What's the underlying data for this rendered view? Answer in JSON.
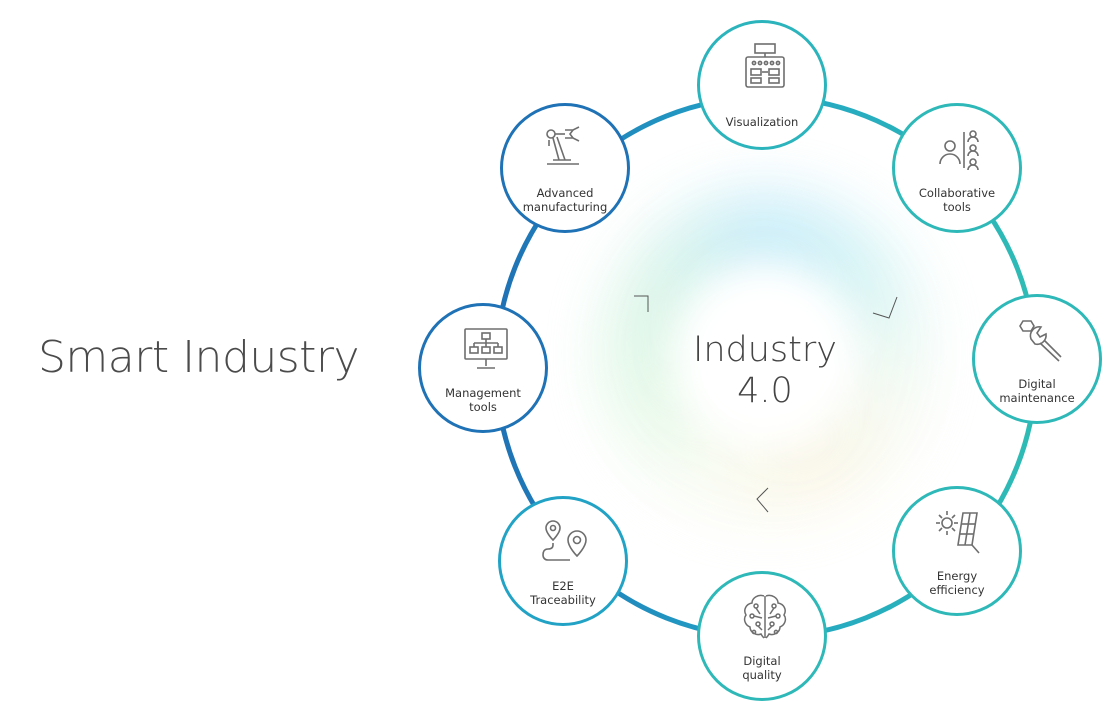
{
  "page": {
    "title": "Smart Industry"
  },
  "center": {
    "line1": "Industry",
    "line2": "4.0"
  },
  "colors": {
    "ring_teal": "#2fb8b8",
    "ring_blue": "#1f72b5",
    "ring_mid": "#22a3c6",
    "icon_gray": "#6e6e6e",
    "text": "#333333"
  },
  "nodes": [
    {
      "id": "visualization",
      "icon": "dashboard-panel-icon",
      "lines": [
        "Visualization"
      ]
    },
    {
      "id": "collaborative-tools",
      "icon": "team-people-icon",
      "lines": [
        "Collaborative",
        "tools"
      ]
    },
    {
      "id": "digital-maintenance",
      "icon": "wrench-gear-icon",
      "lines": [
        "Digital",
        "maintenance"
      ]
    },
    {
      "id": "energy-efficiency",
      "icon": "sun-solar-panel-icon",
      "lines": [
        "Energy",
        "efficiency"
      ]
    },
    {
      "id": "digital-quality",
      "icon": "circuit-brain-icon",
      "lines": [
        "Digital",
        "quality"
      ]
    },
    {
      "id": "e2e-traceability",
      "icon": "map-pin-route-icon",
      "lines": [
        "E2E",
        "Traceability"
      ]
    },
    {
      "id": "management-tools",
      "icon": "org-chart-monitor-icon",
      "lines": [
        "Management",
        "tools"
      ]
    },
    {
      "id": "advanced-manufacturing",
      "icon": "robot-arm-icon",
      "lines": [
        "Advanced",
        "manufacturing"
      ]
    }
  ]
}
